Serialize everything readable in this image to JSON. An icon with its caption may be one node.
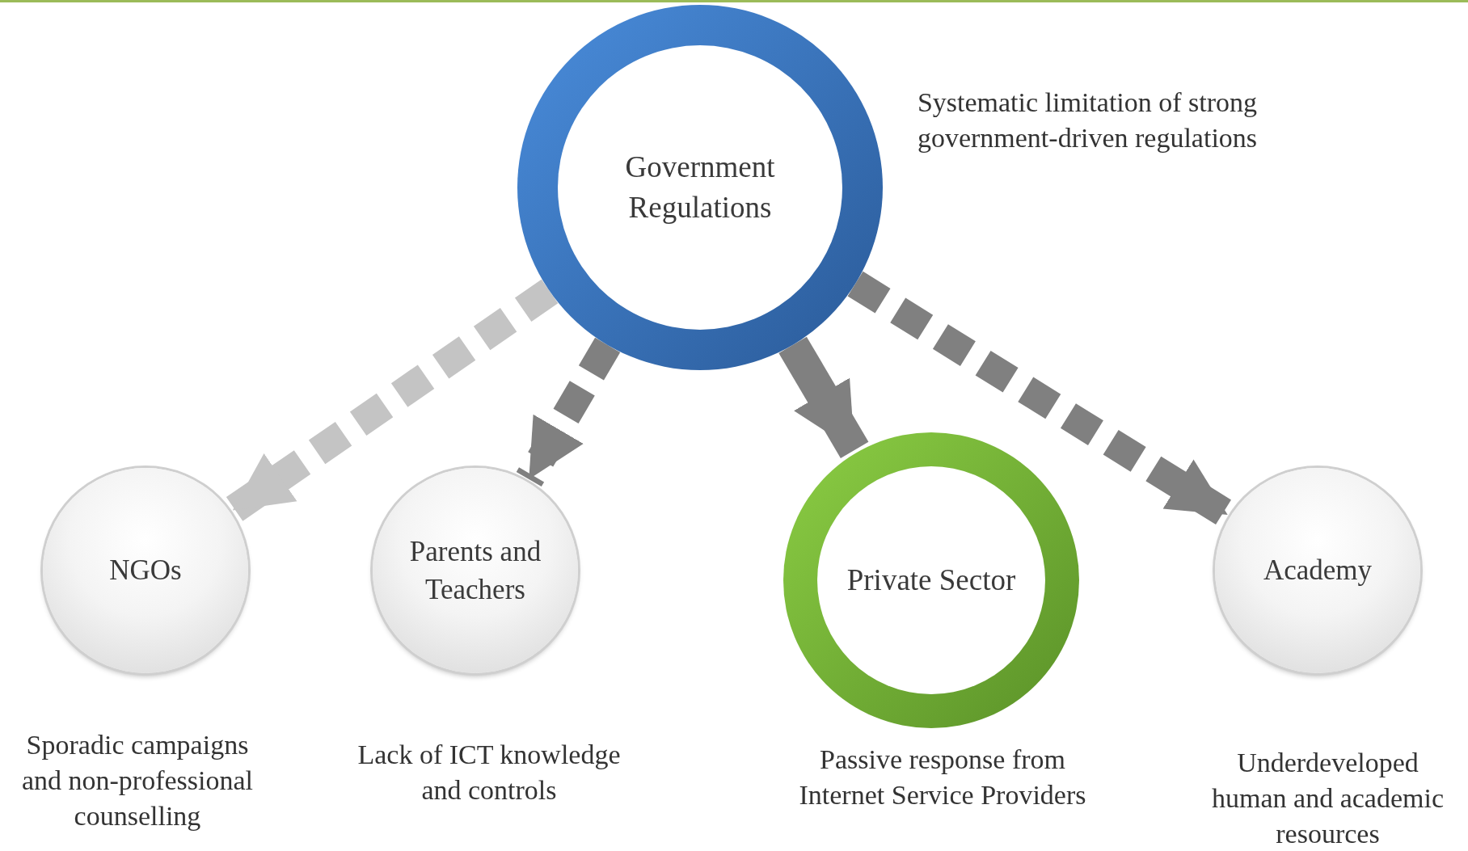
{
  "diagram": {
    "nodes": [
      {
        "text": [
          "Government Regulations"
        ],
        "beside": [
          "Systematic limitation of strong government-driven regulations"
        ]
      },
      {
        "text": [
          "NGOs"
        ],
        "beside": [
          "Sporadic campaigns and non-professional counselling"
        ]
      },
      {
        "text": [
          "Parents and Teachers"
        ],
        "beside": [
          "Lack of ICT knowledge and controls"
        ]
      },
      {
        "text": [
          "Private Sector"
        ],
        "beside": [
          "Passive response from Internet Service Providers"
        ]
      },
      {
        "text": [
          "Academy"
        ],
        "beside": [
          "Underdeveloped human and academic resources"
        ]
      }
    ],
    "edges": [
      {
        "from": 0,
        "to": 1,
        "arrow": "to",
        "style": "dashed",
        "color": "#c4c4c4"
      },
      {
        "from": 0,
        "to": 2,
        "arrow": "to",
        "style": "dashed"
      },
      {
        "from": 0,
        "to": 3,
        "arrow": "to"
      },
      {
        "from": 0,
        "to": 4,
        "arrow": "to",
        "style": "dashed"
      }
    ]
  }
}
